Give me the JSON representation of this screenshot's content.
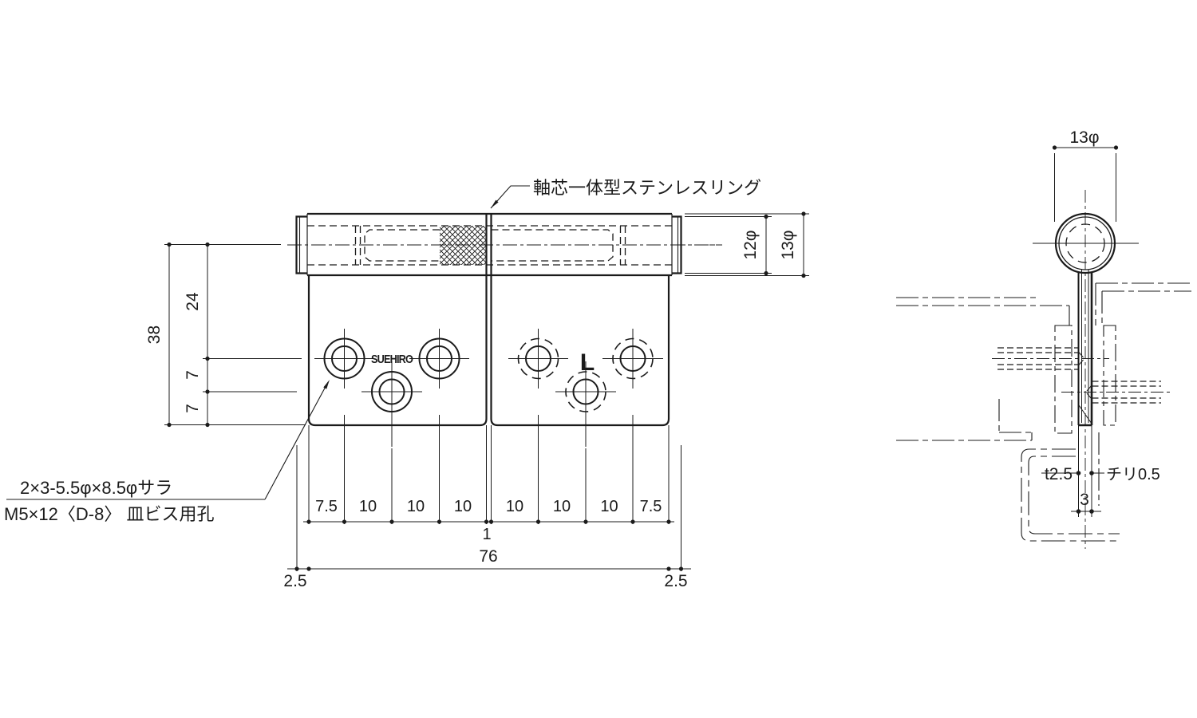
{
  "annotations": {
    "ring_label": "軸芯一体型ステンレスリング",
    "hole_spec_line1": "2×3-5.5φ×8.5φサラ",
    "hole_spec_line2": "M5×12〈D-8〉 皿ビス用孔",
    "logo": "SUEHIRO",
    "hand_mark": "L"
  },
  "front_dims": {
    "height_total": "38",
    "height_upper": "24",
    "height_mid": "7",
    "height_lower": "7",
    "pin_dia": "12φ",
    "knuckle_dia": "13φ",
    "pitch": [
      "7.5",
      "10",
      "10",
      "10",
      "10",
      "10",
      "10",
      "7.5"
    ],
    "leaf_gap": "1",
    "width_total": "76",
    "end_left": "2.5",
    "end_right": "2.5"
  },
  "side_dims": {
    "knuckle_dia": "13φ",
    "leaf_thickness": "t2.5",
    "clearance": "チリ0.5",
    "closed_thickness": "3"
  }
}
